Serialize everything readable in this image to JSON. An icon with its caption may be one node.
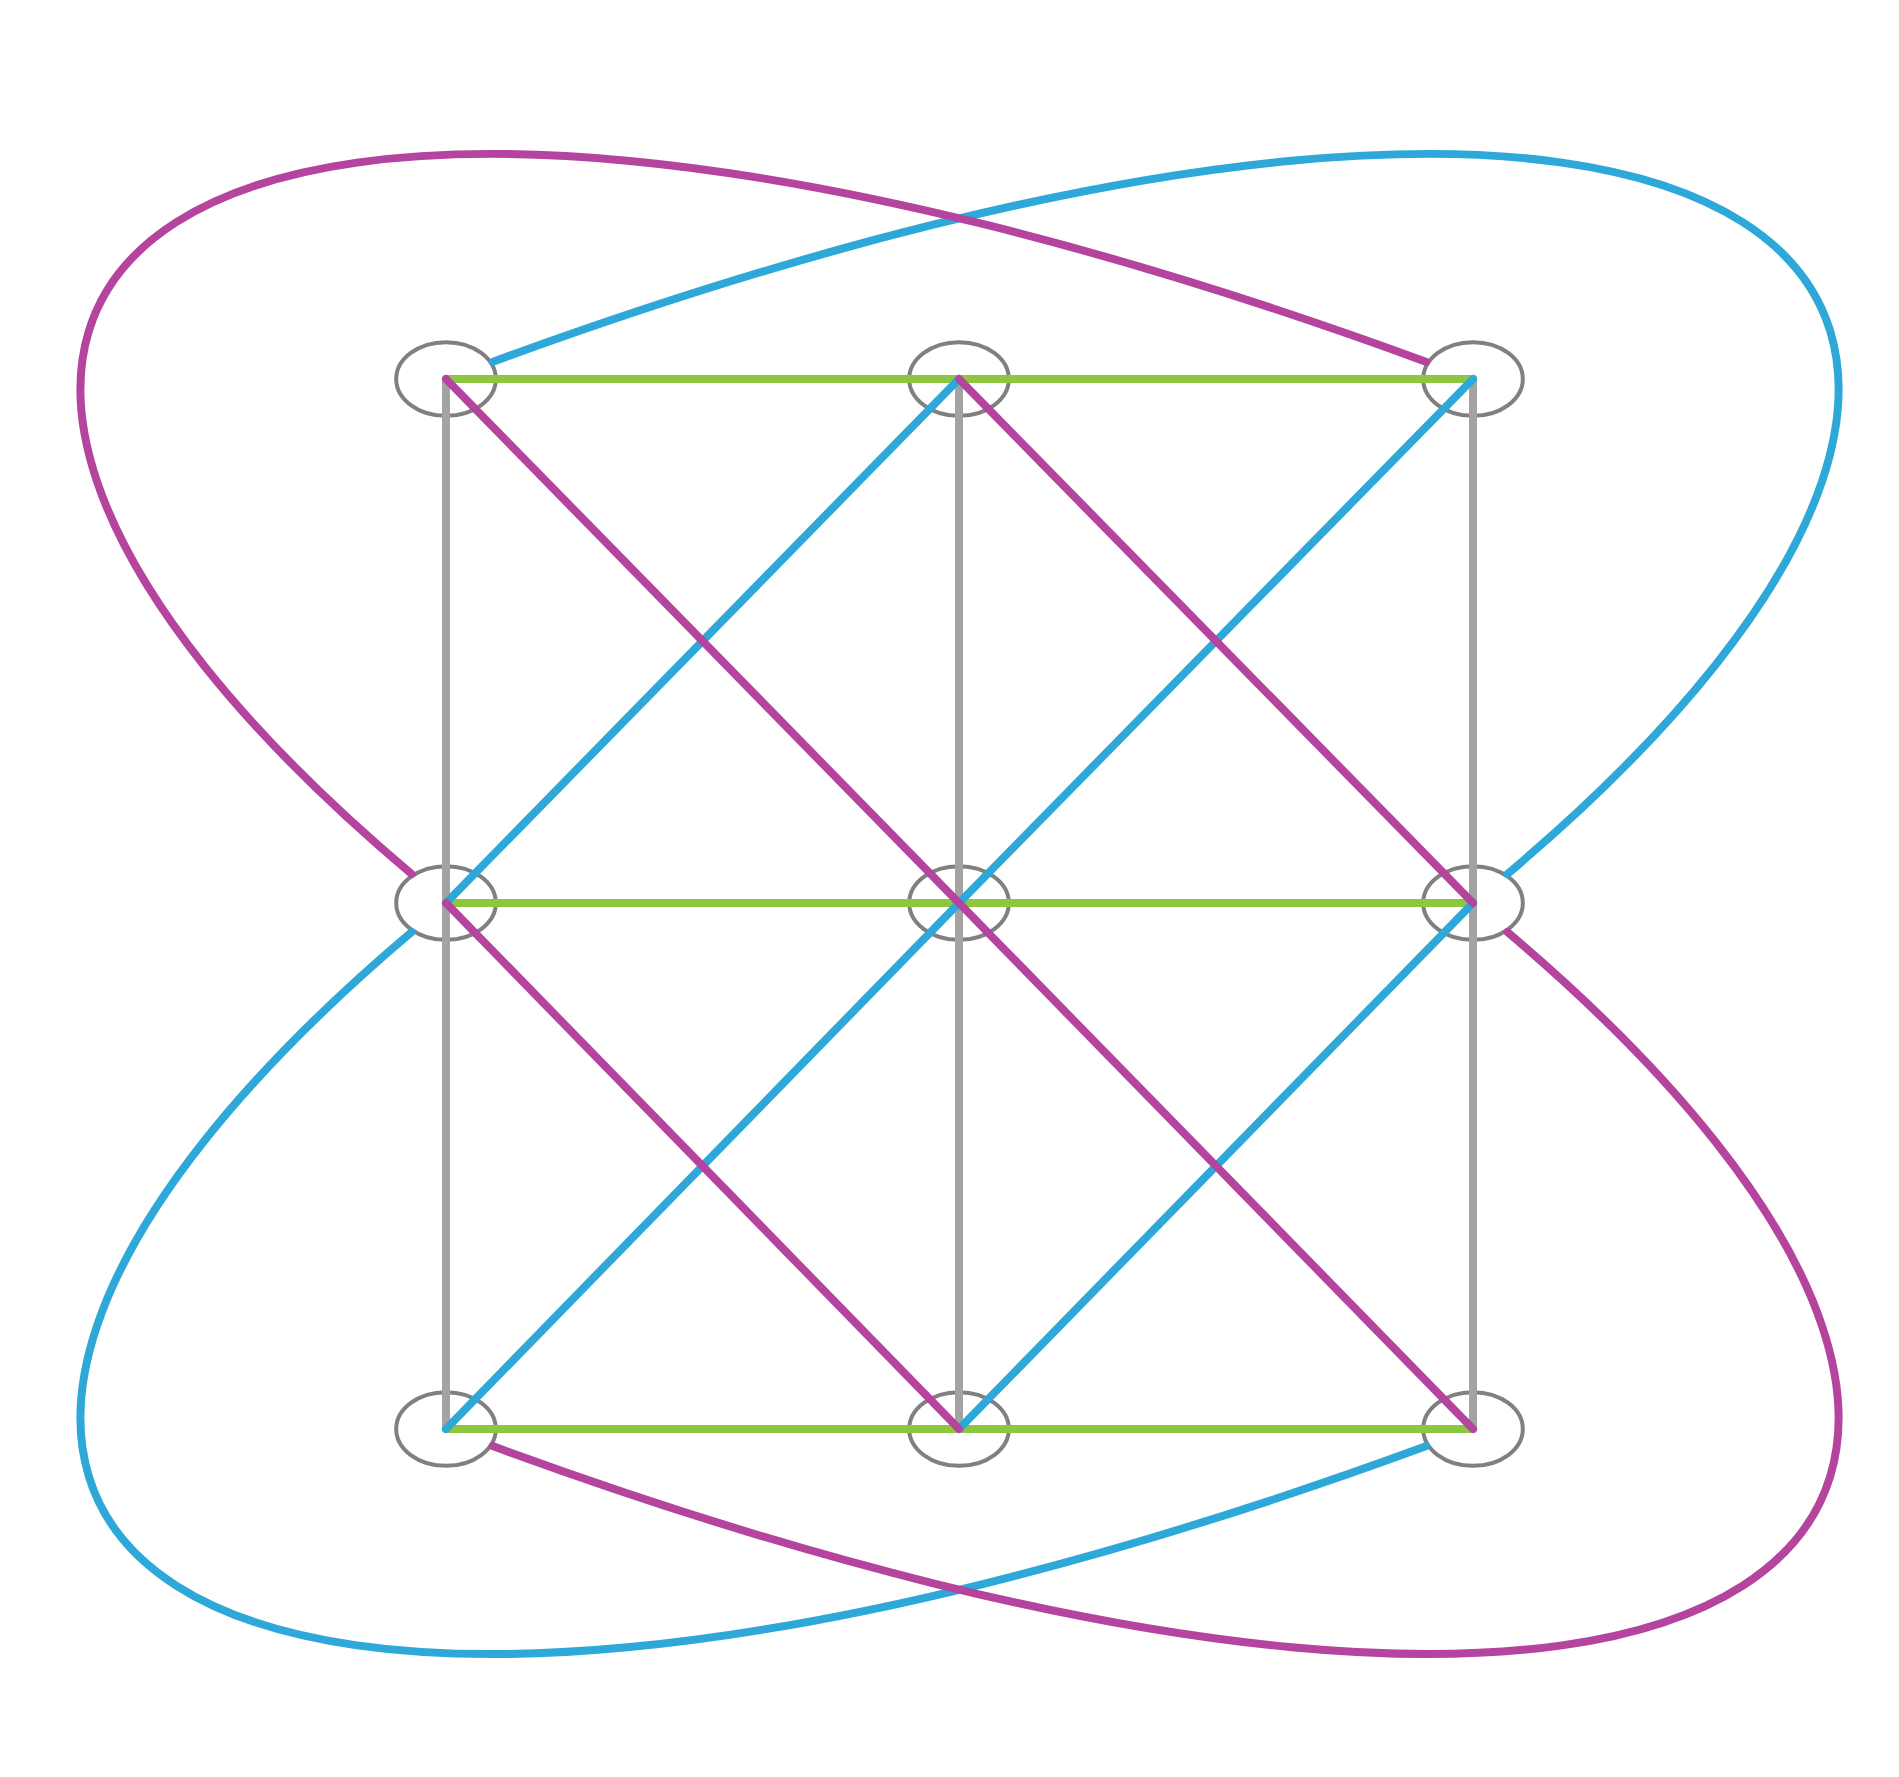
{
  "diagram": {
    "nodes": [
      {
        "text": [],
        "shape": "circle"
      },
      {
        "text": [],
        "shape": "circle"
      },
      {
        "text": [],
        "shape": "circle"
      },
      {
        "text": [],
        "shape": "circle"
      },
      {
        "text": [],
        "shape": "circle"
      },
      {
        "text": [],
        "shape": "circle"
      },
      {
        "text": [],
        "shape": "circle"
      },
      {
        "text": [],
        "shape": "circle"
      },
      {
        "text": [],
        "shape": "circle"
      }
    ],
    "edges": [
      {
        "from": 0,
        "to": 1,
        "arrow": "none",
        "color": "#8dc63f"
      },
      {
        "from": 1,
        "to": 2,
        "arrow": "none",
        "color": "#8dc63f"
      },
      {
        "from": 3,
        "to": 4,
        "arrow": "none",
        "color": "#8dc63f"
      },
      {
        "from": 4,
        "to": 5,
        "arrow": "none",
        "color": "#8dc63f"
      },
      {
        "from": 6,
        "to": 7,
        "arrow": "none",
        "color": "#8dc63f"
      },
      {
        "from": 7,
        "to": 8,
        "arrow": "none",
        "color": "#8dc63f"
      },
      {
        "from": 0,
        "to": 3,
        "arrow": "none",
        "color": "#a3a3a3"
      },
      {
        "from": 3,
        "to": 6,
        "arrow": "none",
        "color": "#a3a3a3"
      },
      {
        "from": 1,
        "to": 4,
        "arrow": "none",
        "color": "#a3a3a3"
      },
      {
        "from": 4,
        "to": 7,
        "arrow": "none",
        "color": "#a3a3a3"
      },
      {
        "from": 2,
        "to": 5,
        "arrow": "none",
        "color": "#a3a3a3"
      },
      {
        "from": 5,
        "to": 8,
        "arrow": "none",
        "color": "#a3a3a3"
      },
      {
        "from": 3,
        "to": 1,
        "arrow": "none",
        "color": "#2ea8d8"
      },
      {
        "from": 6,
        "to": 4,
        "arrow": "none",
        "color": "#2ea8d8"
      },
      {
        "from": 4,
        "to": 2,
        "arrow": "none",
        "color": "#2ea8d8"
      },
      {
        "from": 7,
        "to": 5,
        "arrow": "none",
        "color": "#2ea8d8"
      },
      {
        "from": 0,
        "to": 5,
        "arrow": "none",
        "color": "#2ea8d8"
      },
      {
        "from": 8,
        "to": 3,
        "arrow": "none",
        "color": "#2ea8d8"
      },
      {
        "from": 0,
        "to": 4,
        "arrow": "none",
        "color": "#b5449e"
      },
      {
        "from": 4,
        "to": 8,
        "arrow": "none",
        "color": "#b5449e"
      },
      {
        "from": 1,
        "to": 5,
        "arrow": "none",
        "color": "#b5449e"
      },
      {
        "from": 3,
        "to": 7,
        "arrow": "none",
        "color": "#b5449e"
      },
      {
        "from": 2,
        "to": 3,
        "arrow": "none",
        "color": "#b5449e"
      },
      {
        "from": 6,
        "to": 5,
        "arrow": "none",
        "color": "#b5449e"
      }
    ]
  }
}
